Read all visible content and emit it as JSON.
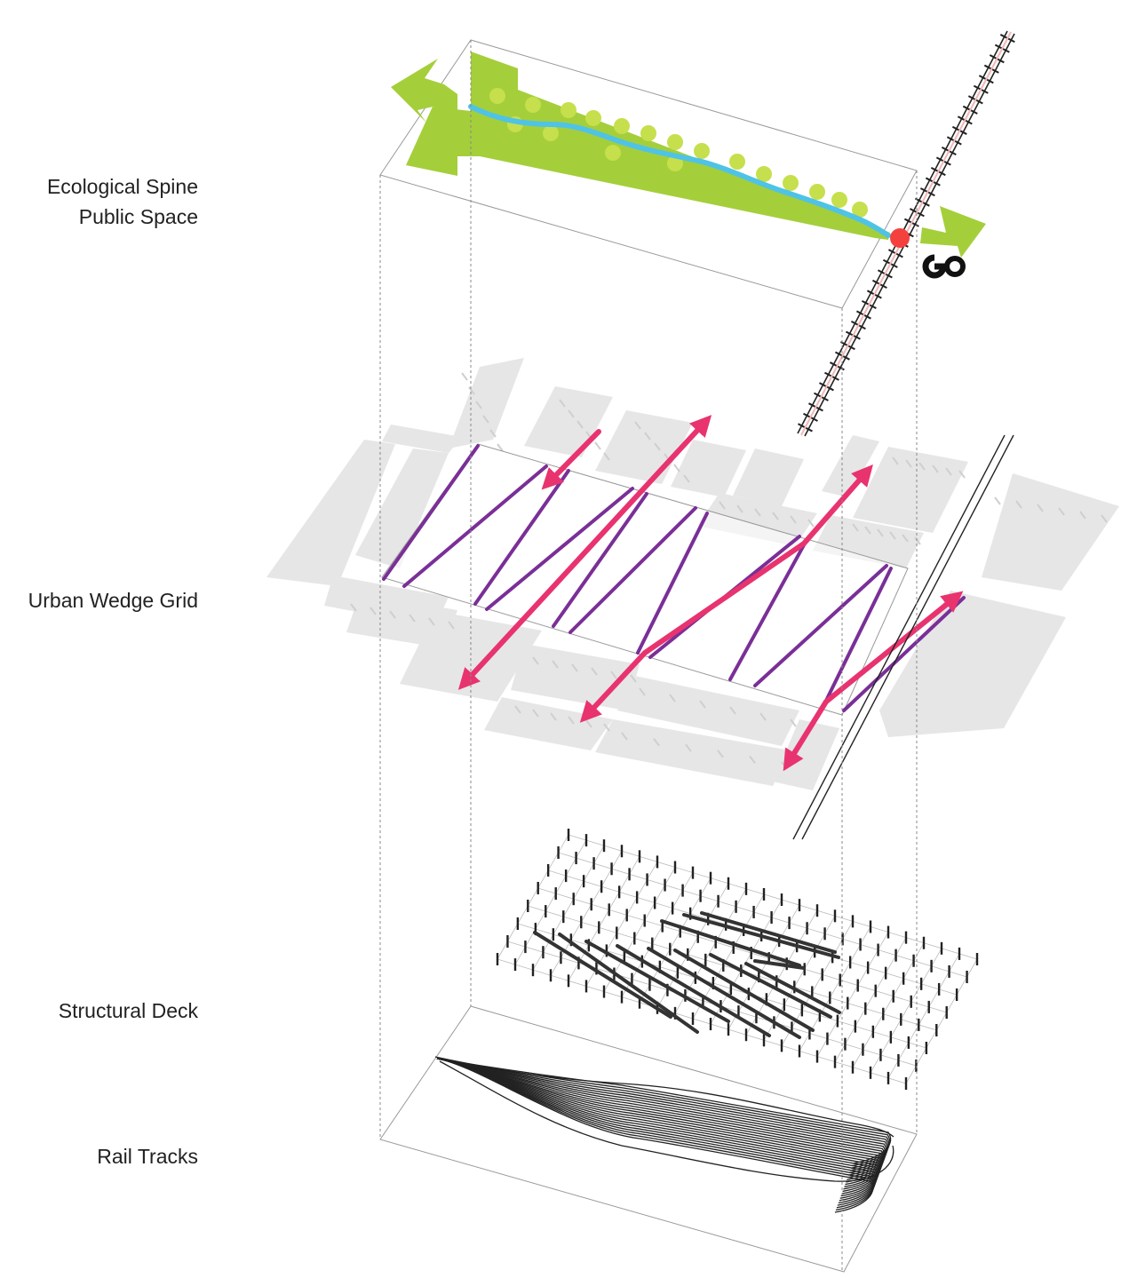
{
  "labels": {
    "ecological_line1": "Ecological Spine",
    "ecological_line2": "Public Space",
    "urban_wedge": "Urban Wedge Grid",
    "structural_deck": "Structural Deck",
    "rail_tracks": "Rail Tracks"
  },
  "logo_text": "GO",
  "colors": {
    "green": "#a4cf3a",
    "water": "#4fc3e6",
    "tree": "#c7e04e",
    "station": "#f5413d",
    "wedge": "#7a2f97",
    "arrow": "#e8336f",
    "block": "#e5e5e5",
    "block_dark": "#d4d4d4",
    "frame": "#888888",
    "track": "#222222"
  }
}
